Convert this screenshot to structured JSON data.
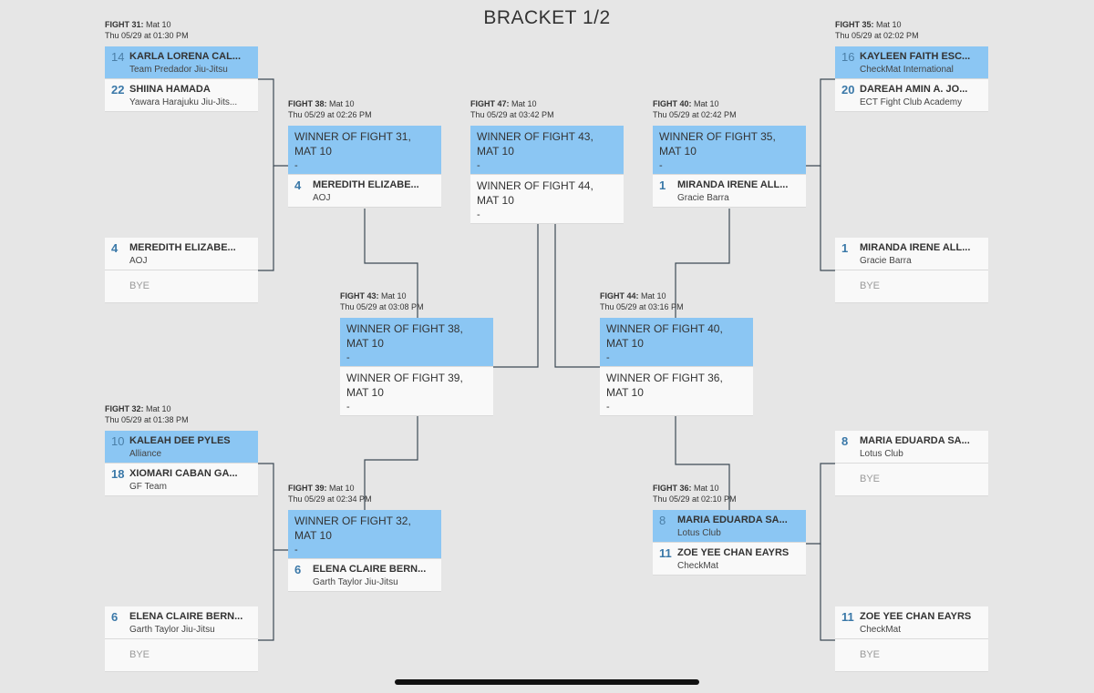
{
  "title": "BRACKET 1/2",
  "fights": {
    "f31": {
      "label": "FIGHT 31:",
      "mat": "Mat 10",
      "time": "Thu 05/29 at 01:30 PM",
      "c1": {
        "seed": "14",
        "name": "KARLA LORENA CAL...",
        "team": "Team Predador Jiu-Jitsu"
      },
      "c2": {
        "seed": "22",
        "name": "SHIINA HAMADA",
        "team": "Yawara Harajuku Jiu-Jits..."
      }
    },
    "f32": {
      "label": "FIGHT 32:",
      "mat": "Mat 10",
      "time": "Thu 05/29 at 01:38 PM",
      "c1": {
        "seed": "10",
        "name": "KALEAH DEE PYLES",
        "team": "Alliance"
      },
      "c2": {
        "seed": "18",
        "name": "XIOMARI CABAN GA...",
        "team": "GF Team"
      }
    },
    "f35": {
      "label": "FIGHT 35:",
      "mat": "Mat 10",
      "time": "Thu 05/29 at 02:02 PM",
      "c1": {
        "seed": "16",
        "name": "KAYLEEN FAITH ESC...",
        "team": "CheckMat International"
      },
      "c2": {
        "seed": "20",
        "name": "DAREAH AMIN A. JO...",
        "team": "ECT Fight Club Academy"
      }
    },
    "f36": {
      "label": "FIGHT 36:",
      "mat": "Mat 10",
      "time": "Thu 05/29 at 02:10 PM",
      "c1": {
        "seed": "8",
        "name": "MARIA EDUARDA SA...",
        "team": "Lotus Club"
      },
      "c2": {
        "seed": "11",
        "name": "ZOE YEE CHAN EAYRS",
        "team": "CheckMat"
      }
    },
    "f38": {
      "label": "FIGHT 38:",
      "mat": "Mat 10",
      "time": "Thu 05/29 at 02:26 PM",
      "c1": {
        "text": "WINNER OF FIGHT 31, MAT 10",
        "sub": "-"
      },
      "c2": {
        "seed": "4",
        "name": "MEREDITH ELIZABE...",
        "team": "AOJ"
      }
    },
    "f39": {
      "label": "FIGHT 39:",
      "mat": "Mat 10",
      "time": "Thu 05/29 at 02:34 PM",
      "c1": {
        "text": "WINNER OF FIGHT 32, MAT 10",
        "sub": "-"
      },
      "c2": {
        "seed": "6",
        "name": "ELENA CLAIRE BERN...",
        "team": "Garth Taylor Jiu-Jitsu"
      }
    },
    "f40": {
      "label": "FIGHT 40:",
      "mat": "Mat 10",
      "time": "Thu 05/29 at 02:42 PM",
      "c1": {
        "text": "WINNER OF FIGHT 35, MAT 10",
        "sub": "-"
      },
      "c2": {
        "seed": "1",
        "name": "MIRANDA IRENE ALL...",
        "team": "Gracie Barra"
      }
    },
    "f43": {
      "label": "FIGHT 43:",
      "mat": "Mat 10",
      "time": "Thu 05/29 at 03:08 PM",
      "c1": {
        "text": "WINNER OF FIGHT 38, MAT 10",
        "sub": "-"
      },
      "c2": {
        "text": "WINNER OF FIGHT 39, MAT 10",
        "sub": "-"
      }
    },
    "f44": {
      "label": "FIGHT 44:",
      "mat": "Mat 10",
      "time": "Thu 05/29 at 03:16 PM",
      "c1": {
        "text": "WINNER OF FIGHT 40, MAT 10",
        "sub": "-"
      },
      "c2": {
        "text": "WINNER OF FIGHT 36, MAT 10",
        "sub": "-"
      }
    },
    "f47": {
      "label": "FIGHT 47:",
      "mat": "Mat 10",
      "time": "Thu 05/29 at 03:42 PM",
      "c1": {
        "text": "WINNER OF FIGHT 43, MAT 10",
        "sub": "-"
      },
      "c2": {
        "text": "WINNER OF FIGHT 44, MAT 10",
        "sub": "-"
      }
    }
  },
  "byes": {
    "L2": {
      "seed": "4",
      "name": "MEREDITH ELIZABE...",
      "team": "AOJ",
      "bye": "BYE"
    },
    "L4": {
      "seed": "6",
      "name": "ELENA CLAIRE BERN...",
      "team": "Garth Taylor Jiu-Jitsu",
      "bye": "BYE"
    },
    "R2": {
      "seed": "1",
      "name": "MIRANDA IRENE ALL...",
      "team": "Gracie Barra",
      "bye": "BYE"
    },
    "R3": {
      "seed": "8",
      "name": "MARIA EDUARDA SA...",
      "team": "Lotus Club",
      "bye": "BYE"
    },
    "R4": {
      "seed": "11",
      "name": "ZOE YEE CHAN EAYRS",
      "team": "CheckMat",
      "bye": "BYE"
    }
  },
  "colors": {
    "highlight": "#8bc6f3",
    "card": "#f9f9f9",
    "background": "#e6e6e6",
    "seed": "#3a78a8",
    "line": "#3d4a55"
  }
}
